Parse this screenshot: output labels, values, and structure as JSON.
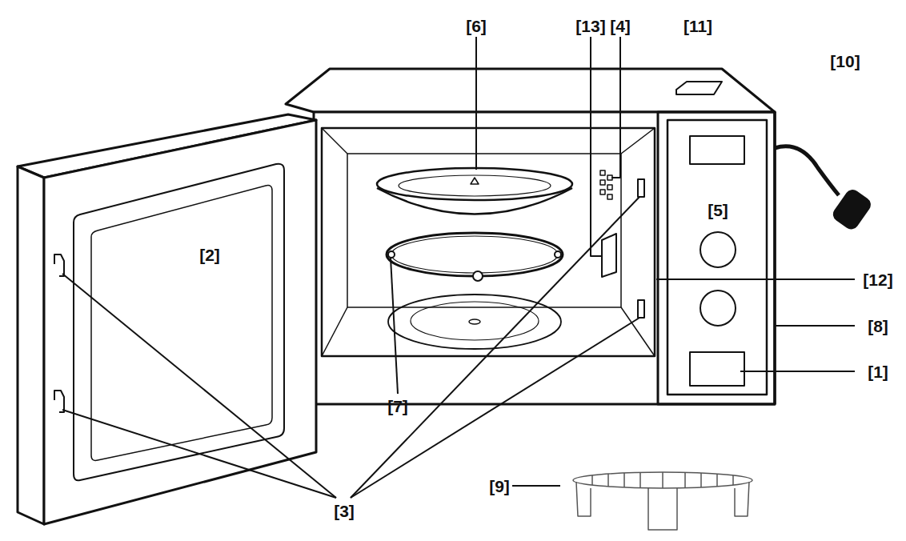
{
  "diagram": {
    "labels": [
      "[6]",
      "[13]",
      "[4]",
      "[11]",
      "[10]",
      "[2]",
      "[5]",
      "[12]",
      "[8]",
      "[1]",
      "[7]",
      "[9]",
      "[3]"
    ]
  }
}
